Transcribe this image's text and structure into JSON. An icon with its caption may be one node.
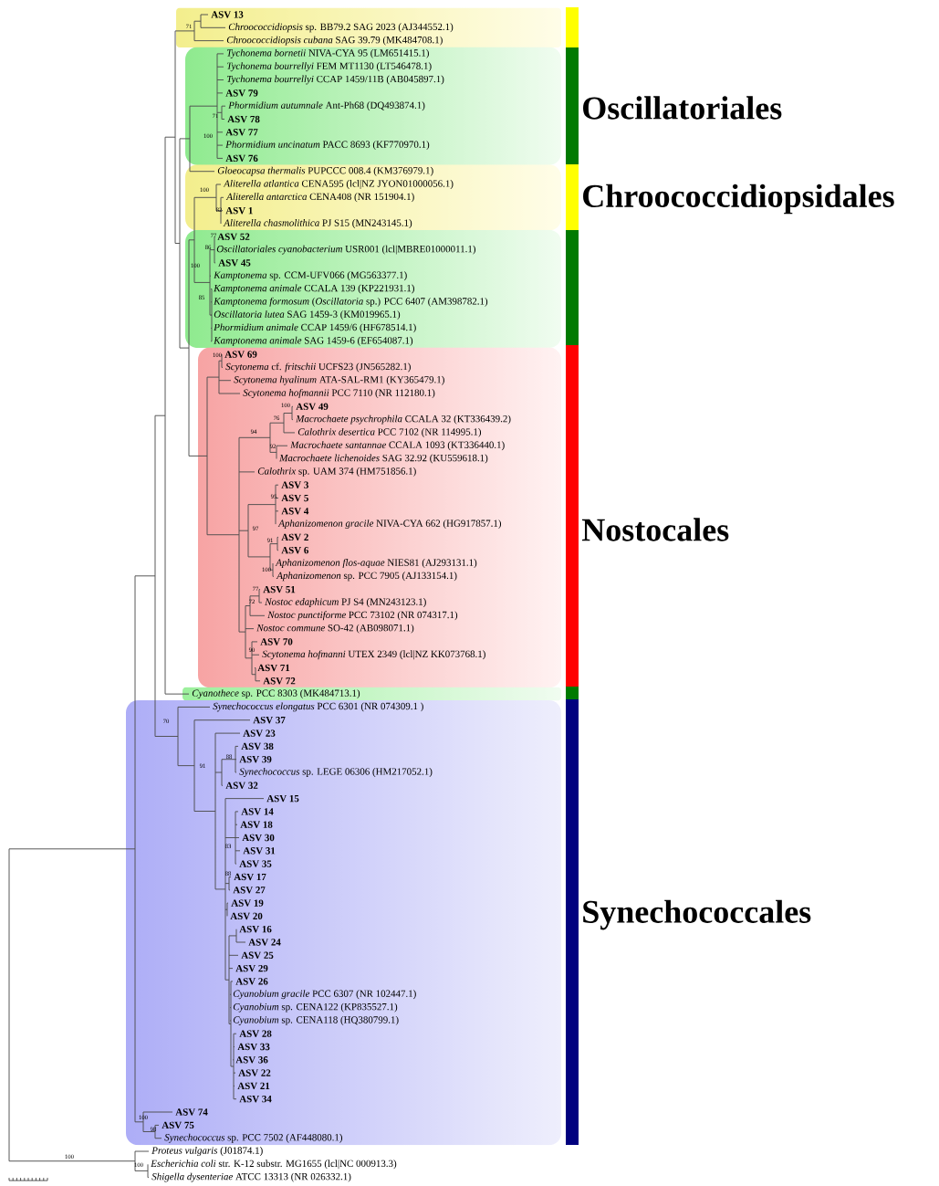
{
  "diagram": {
    "labels": [
      "ASV 13",
      "*Chroococcidiopsis* sp. BB79.2 SAG 2023 (AJ344552.1)",
      "*Chroococcidiopsis cubana* SAG 39.79 (MK484708.1)",
      "*Tychonema bornetii* NIVA-CYA 95 (LM651415.1)",
      "*Tychonema bourrellyi* FEM MT1130 (LT546478.1)",
      "*Tychonema bourrellyi* CCAP 1459/11B (AB045897.1)",
      "ASV 79",
      "*Phormidium autumnale* Ant-Ph68 (DQ493874.1)",
      "ASV 78",
      "ASV 77",
      "*Phormidium uncinatum* PACC 8693 (KF770970.1)",
      "ASV 76",
      "*Gloeocapsa thermalis* PUPCCC 008.4 (KM376979.1)",
      "*Aliterella atlantica* CENA595 (lcl|NZ JYON01000056.1)",
      "*Aliterella antarctica* CENA408 (NR 151904.1)",
      "ASV 1",
      "*Aliterella chasmolithica* PJ S15 (MN243145.1)",
      "ASV 52",
      "*Oscillatoriales cyanobacterium* USR001 (lcl|MBRE01000011.1)",
      "ASV 45",
      "*Kamptonema* sp. CCM-UFV066 (MG563377.1)",
      "*Kamptonema animale* CCALA 139 (KP221931.1)",
      "*Kamptonema formosum* (*Oscillatoria* sp.) PCC 6407 (AM398782.1)",
      "*Oscillatoria lutea* SAG 1459-3 (KM019965.1)",
      "*Phormidium animale* CCAP 1459/6 (HF678514.1)",
      "*Kamptonema animale* SAG 1459-6 (EF654087.1)",
      "ASV 69",
      "*Scytonema* cf. *fritschii* UCFS23 (JN565282.1)",
      "*Scytonema hyalinum* ATA-SAL-RM1 (KY365479.1)",
      "*Scytonema hofmannii* PCC 7110 (NR 112180.1)",
      "ASV 49",
      "*Macrochaete psychrophila* CCALA 32 (KT336439.2)",
      "*Calothrix desertica* PCC 7102 (NR 114995.1)",
      "*Macrochaete santannae* CCALA 1093 (KT336440.1)",
      "*Macrochaete lichenoides* SAG 32.92 (KU559618.1)",
      "*Calothrix* sp. UAM 374 (HM751856.1)",
      "ASV 3",
      "ASV 5",
      "ASV 4",
      "*Aphanizomenon gracile* NIVA-CYA 662 (HG917857.1)",
      "ASV 2",
      "ASV 6",
      "*Aphanizomenon flos-aquae* NIES81 (AJ293131.1)",
      "*Aphanizomenon* sp. PCC 7905 (AJ133154.1)",
      "ASV 51",
      "*Nostoc edaphicum* PJ S4 (MN243123.1)",
      "*Nostoc punctiforme* PCC 73102 (NR 074317.1)",
      "*Nostoc commune* SO-42 (AB098071.1)",
      "ASV 70",
      "*Scytonema hofmanni* UTEX 2349 (lcl|NZ KK073768.1)",
      "ASV 71",
      "ASV 72",
      "*Cyanothece* sp. PCC 8303 (MK484713.1)",
      "*Synechococcus elongatus* PCC 6301 (NR 074309.1 )",
      "ASV 37",
      "ASV 23",
      "ASV 38",
      "ASV 39",
      "*Synechococcus* sp. LEGE 06306 (HM217052.1)",
      "ASV 32",
      "ASV 15",
      "ASV 14",
      "ASV 18",
      "ASV 30",
      "ASV 31",
      "ASV 35",
      "ASV 17",
      "ASV 27",
      "ASV 19",
      "ASV 20",
      "ASV 16",
      "ASV 24",
      "ASV 25",
      "ASV 29",
      "ASV 26",
      "*Cyanobium gracile* PCC 6307 (NR 102447.1)",
      "*Cyanobium* sp. CENA122 (KP835527.1)",
      "*Cyanobium* sp. CENA118 (HQ380799.1)",
      "ASV 28",
      "ASV 33",
      "ASV 36",
      "ASV 22",
      "ASV 21",
      "ASV 34",
      "ASV 74",
      "ASV 75",
      "*Synechococcus* sp. PCC 7502 (AF448080.1)",
      "*Proteus vulgaris* (J01874.1)",
      "*Escherichia coli* str. K-12 substr. MG1655 (lcl|NC 000913.3)",
      "*Shigella dysenteriae* ATCC 13313 (NR 026332.1)",
      "71",
      "71",
      "100",
      "100",
      "82",
      "77",
      "86",
      "100",
      "85",
      "100",
      "100",
      "76",
      "94",
      "92",
      "95",
      "97",
      "91",
      "100",
      "77",
      "72",
      "90",
      "70",
      "88",
      "91",
      "83",
      "88",
      "100",
      "98",
      "100",
      "100",
      "Oscillatoriales",
      "Chroococcidiopsidales",
      "Nostocales",
      "Synechococcales"
    ]
  }
}
